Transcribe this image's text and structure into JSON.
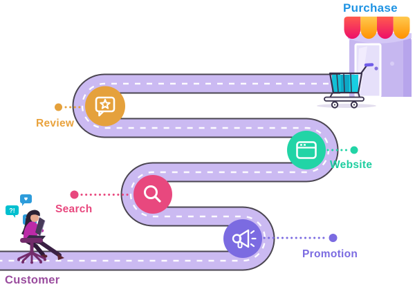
{
  "journey": {
    "start": {
      "id": "customer",
      "label": "Customer",
      "color": "#9A4C9E",
      "bubbles": {
        "b2_text": "?!"
      },
      "icons": [
        "speech-bubble-heart-icon",
        "speech-bubble-question-icon",
        "speech-bubble-chat-icon",
        "laptop-icon",
        "office-chair"
      ]
    },
    "milestones": [
      {
        "id": "promotion",
        "label": "Promotion",
        "color": "#7B6BE1",
        "icon": "megaphone-icon",
        "connector": "dotted-right"
      },
      {
        "id": "search",
        "label": "Search",
        "color": "#E8487E",
        "icon": "magnifier-icon",
        "connector": "dotted-left"
      },
      {
        "id": "website",
        "label": "Website",
        "color": "#22D4A6",
        "icon": "browser-icon",
        "connector": "dotted-right"
      },
      {
        "id": "review",
        "label": "Review",
        "color": "#E5A13C",
        "icon": "review-bubble-star-icon",
        "connector": "dotted-left"
      },
      {
        "id": "purchase",
        "label": "Purchase",
        "color": "#1E93E3",
        "icon": "storefront-icon",
        "connector": "none"
      }
    ]
  },
  "road": {
    "fill": "#CBBAF2",
    "casing": "#4A4550",
    "center_line": "#FFFFFF"
  },
  "store": {
    "awning_pink": "#ED0F69",
    "awning_orange": "#FF9100",
    "wall": "#C6B7F0",
    "door": "#E6E0FA"
  },
  "cart": {
    "items_color": "#12BFD6",
    "grip_color": "#6F5BE8"
  }
}
